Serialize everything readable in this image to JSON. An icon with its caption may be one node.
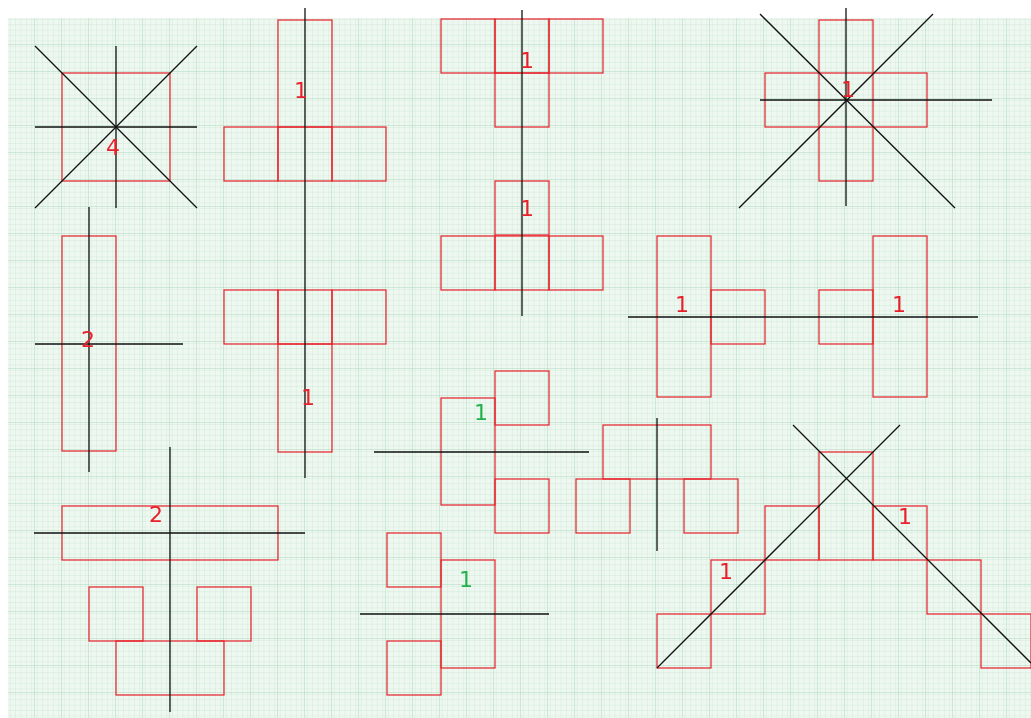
{
  "diagram": {
    "labels": [
      "1",
      "1",
      "1",
      "4",
      "1",
      "1",
      "1",
      "2",
      "1",
      "1",
      "2",
      "1",
      "1",
      "1"
    ]
  }
}
